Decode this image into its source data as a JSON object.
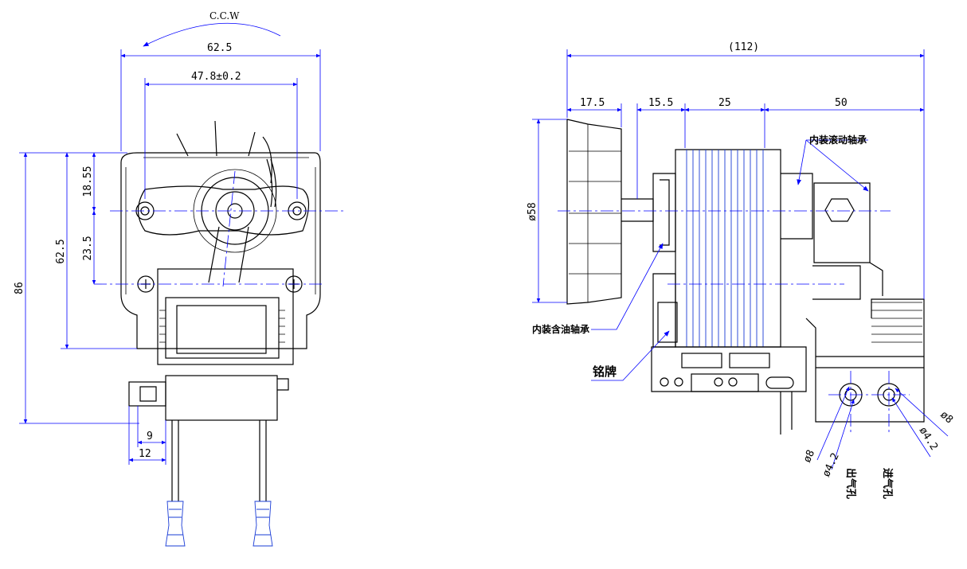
{
  "front_view": {
    "rotation": "C.C.W",
    "dims": {
      "width": "62.5",
      "hole_spacing": "47.8±0.2",
      "height_total": "86",
      "height_mount": "62.5",
      "top_offset": "18.55",
      "hole_offset": "23.5",
      "small_9": "9",
      "small_12": "12"
    }
  },
  "side_view": {
    "dims": {
      "total_length": "(112)",
      "fan_width": "17.5",
      "seg_15_5": "15.5",
      "seg_25": "25",
      "seg_50": "50",
      "fan_diameter": "ø58",
      "hole_8_left": "ø8",
      "hole_4_2_left": "ø4.2",
      "hole_4_2_right": "ø4.2",
      "hole_8_right": "ø8"
    },
    "labels": {
      "ball_bearing": "内装滚动轴承",
      "oil_bearing": "内装含油轴承",
      "nameplate": "铭牌",
      "outlet": "出气孔",
      "inlet": "进气孔"
    }
  }
}
